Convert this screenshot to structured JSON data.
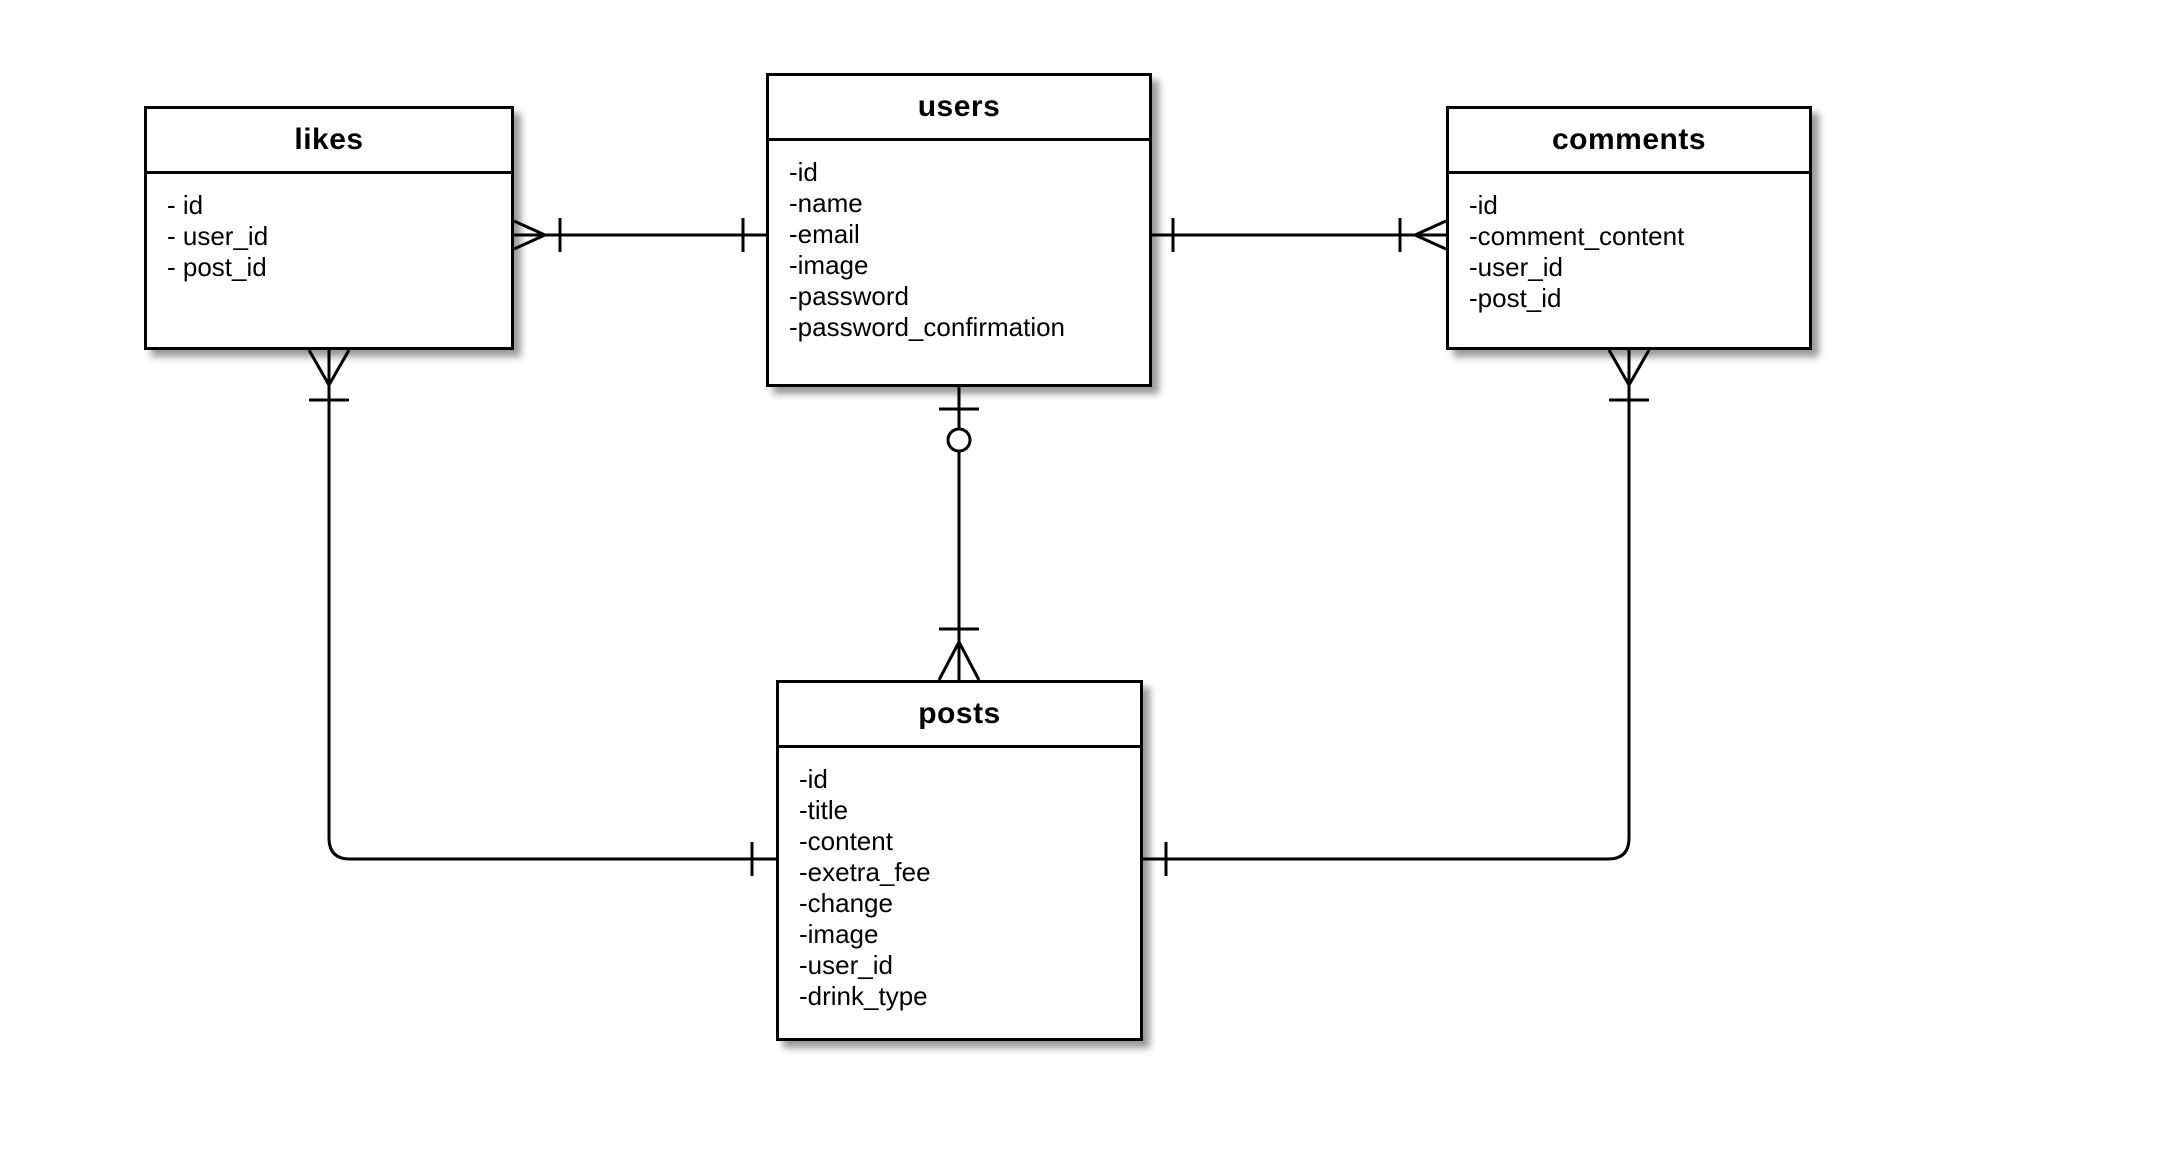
{
  "diagram": {
    "type": "entity-relationship-diagram",
    "notation": "crows-foot",
    "colors": {
      "background": "#ffffff",
      "entity_fill": "#ffffff",
      "stroke": "#000000",
      "shadow": "rgba(0,0,0,0.4)"
    },
    "entities": [
      {
        "name": "likes",
        "attributes": [
          "- id",
          "- user_id",
          "- post_id"
        ]
      },
      {
        "name": "users",
        "attributes": [
          "-id",
          "-name",
          "-email",
          "-image",
          "-password",
          "-password_confirmation"
        ]
      },
      {
        "name": "comments",
        "attributes": [
          "-id",
          "-comment_content",
          "-user_id",
          "-post_id"
        ]
      },
      {
        "name": "posts",
        "attributes": [
          "-id",
          "-title",
          "-content",
          "-exetra_fee",
          "-change",
          "-image",
          "-user_id",
          "-drink_type"
        ]
      }
    ],
    "relationships": [
      {
        "from": "users",
        "to": "likes",
        "from_cardinality": "one",
        "to_cardinality": "one-or-many"
      },
      {
        "from": "users",
        "to": "comments",
        "from_cardinality": "one",
        "to_cardinality": "one-or-many"
      },
      {
        "from": "users",
        "to": "posts",
        "from_cardinality": "zero-or-one",
        "to_cardinality": "one-or-many"
      },
      {
        "from": "posts",
        "to": "likes",
        "from_cardinality": "one",
        "to_cardinality": "one-or-many"
      },
      {
        "from": "posts",
        "to": "comments",
        "from_cardinality": "one",
        "to_cardinality": "one-or-many"
      }
    ]
  }
}
